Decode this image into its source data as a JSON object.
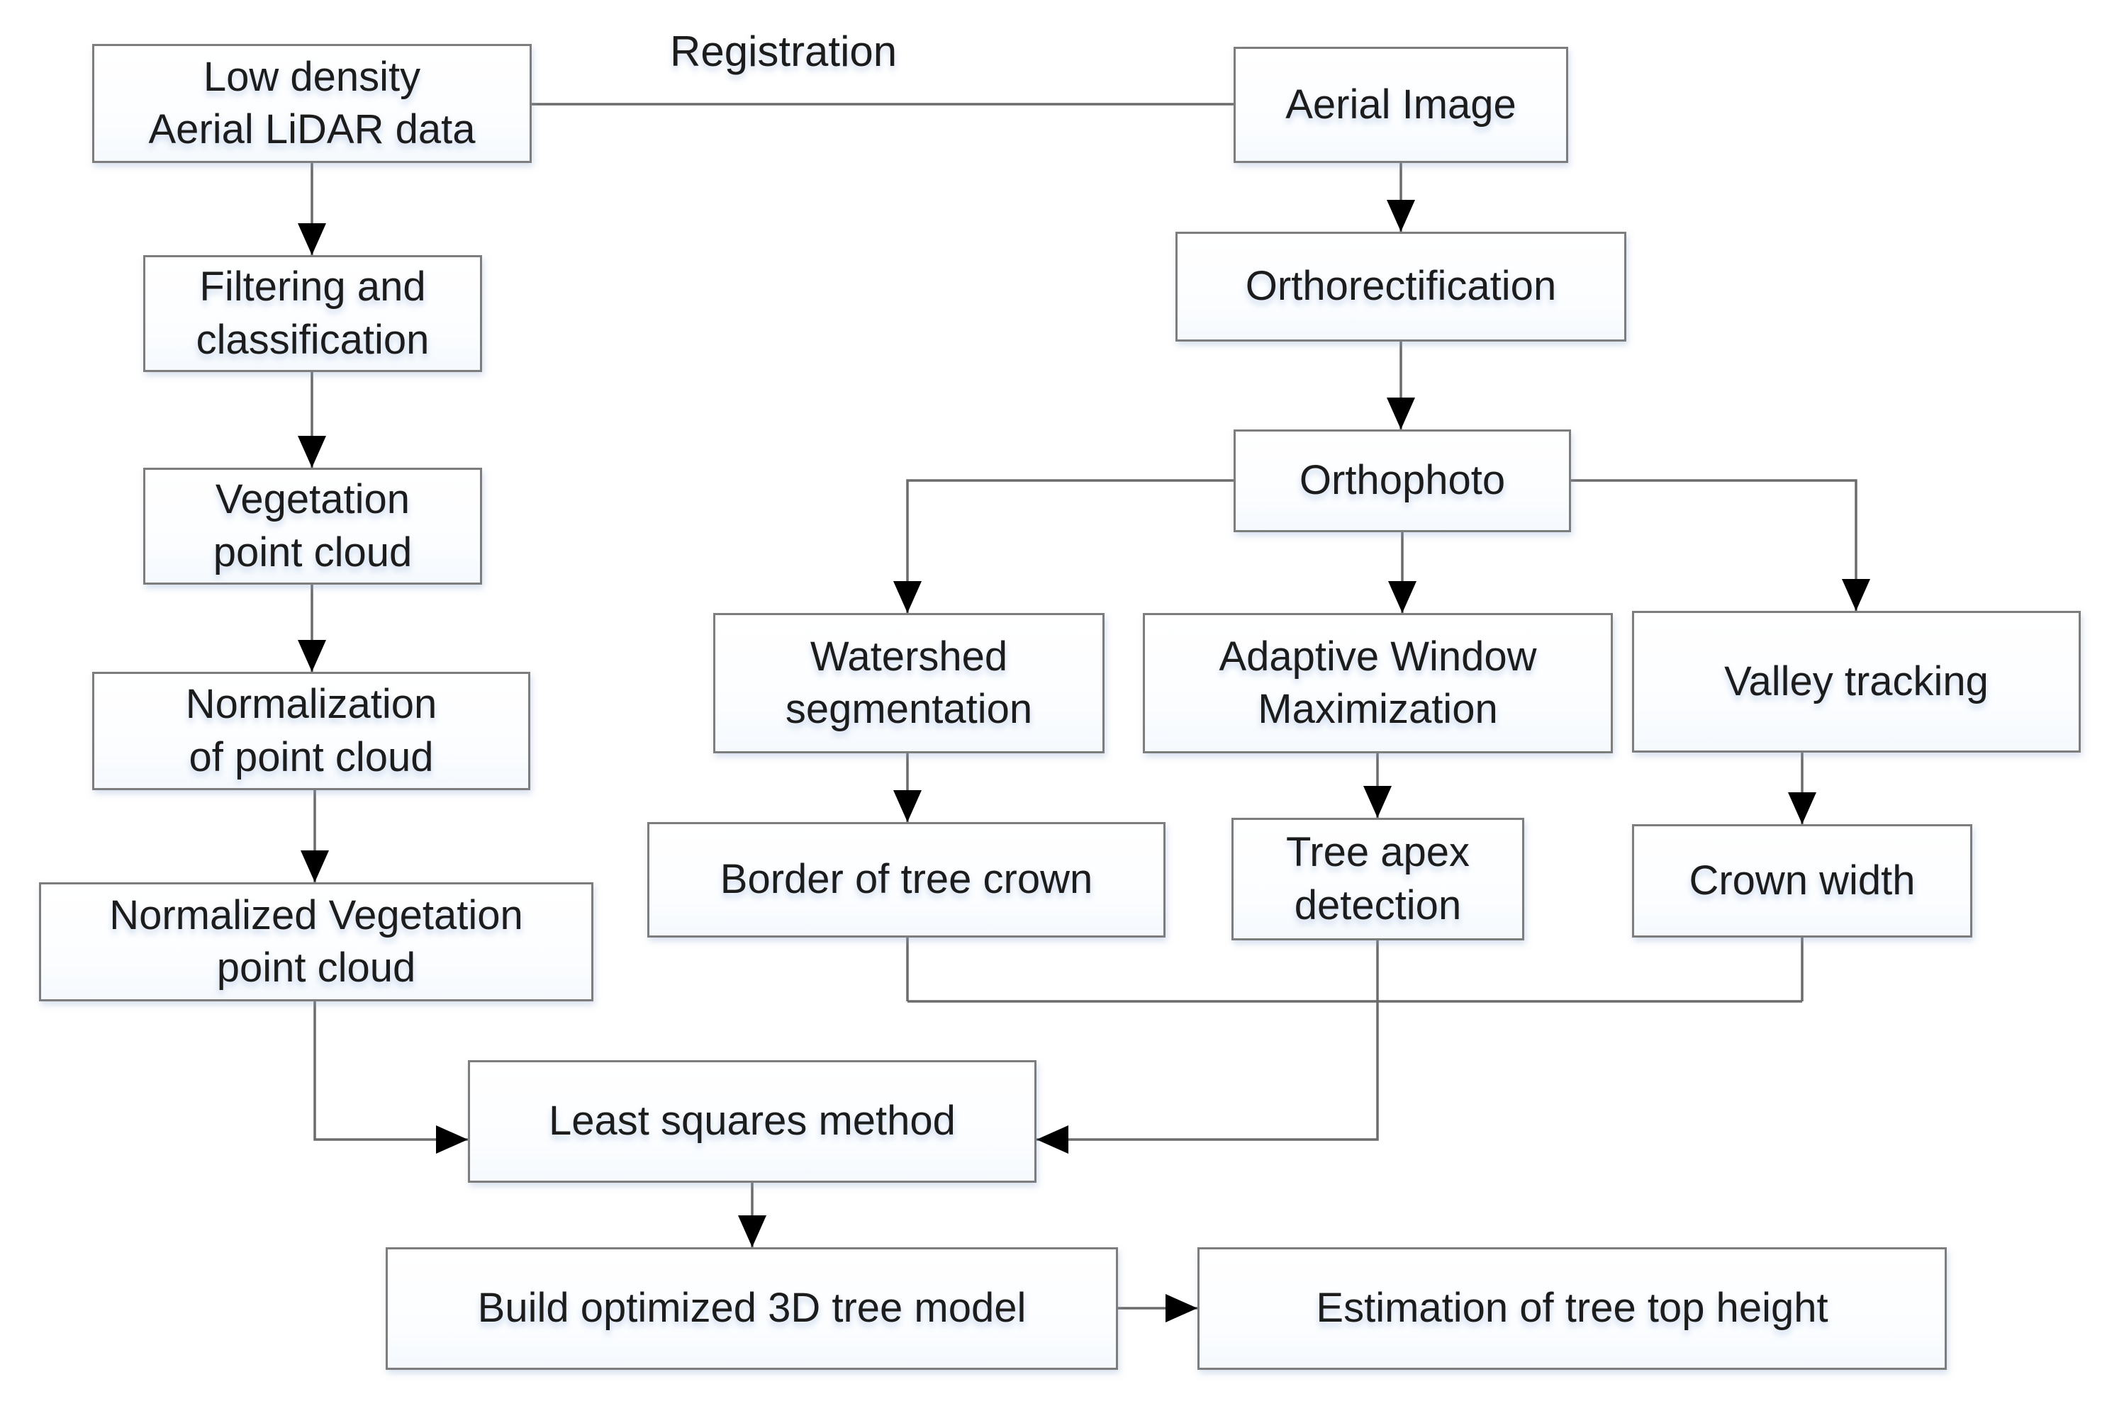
{
  "labels": {
    "registration": "Registration"
  },
  "nodes": {
    "lidar": {
      "line1": "Low density",
      "line2": "Aerial LiDAR data"
    },
    "aerial_image": {
      "line1": "Aerial Image"
    },
    "filtering": {
      "line1": "Filtering and",
      "line2": "classification"
    },
    "vegetation": {
      "line1": "Vegetation",
      "line2": "point cloud"
    },
    "normalization": {
      "line1": "Normalization",
      "line2": "of  point cloud"
    },
    "normalized_vegetation": {
      "line1": "Normalized Vegetation",
      "line2": "point cloud"
    },
    "orthorectification": {
      "line1": "Orthorectification"
    },
    "orthophoto": {
      "line1": "Orthophoto"
    },
    "watershed": {
      "line1": "Watershed",
      "line2": "segmentation"
    },
    "adaptive_window": {
      "line1": "Adaptive  Window",
      "line2": "Maximization"
    },
    "valley_tracking": {
      "line1": "Valley tracking"
    },
    "border_crown": {
      "line1": "Border of tree crown"
    },
    "tree_apex": {
      "line1": "Tree apex",
      "line2": "detection"
    },
    "crown_width": {
      "line1": "Crown width"
    },
    "least_squares": {
      "line1": "Least squares method"
    },
    "build_model": {
      "line1": "Build optimized 3D tree model"
    },
    "estimation": {
      "line1": "Estimation of tree top height"
    }
  },
  "colors": {
    "box_border": "#7d7d7d",
    "connector_line": "#6b6b6b",
    "arrowhead": "#000000",
    "text": "#1c1c1c",
    "background": "#ffffff"
  }
}
